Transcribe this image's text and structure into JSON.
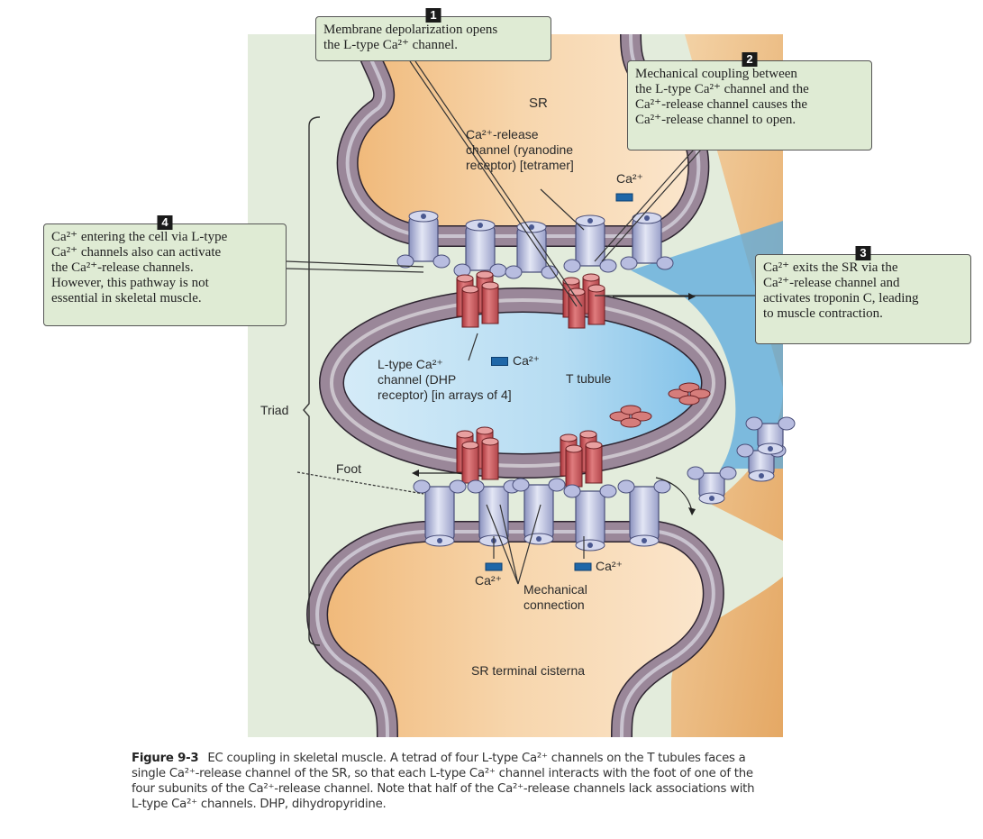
{
  "figure": {
    "region_labels": {
      "sr_top": "SR",
      "t_tubule": "T tubule",
      "sr_terminal_cisterna": "SR terminal cisterna",
      "triad": "Triad",
      "foot": "Foot"
    },
    "structure_labels": {
      "release_channel": [
        "Ca²⁺-release",
        "channel (ryanodine",
        "receptor) [tetramer]"
      ],
      "l_type_channel": [
        "L-type Ca²⁺",
        "channel (DHP",
        "receptor) [in arrays of 4]"
      ],
      "mechanical_connection": [
        "Mechanical",
        "connection"
      ]
    },
    "ion_labels": {
      "ca_top": "Ca²⁺",
      "ca_ttubule": "Ca²⁺",
      "ca_bottom_left": "Ca²⁺",
      "ca_bottom_right": "Ca²⁺"
    },
    "callouts": [
      {
        "number": "1",
        "lines": [
          "Membrane depolarization opens",
          "the L-type Ca²⁺ channel."
        ]
      },
      {
        "number": "2",
        "lines": [
          "Mechanical coupling between",
          "the L-type Ca²⁺ channel and the",
          "Ca²⁺-release channel causes the",
          "Ca²⁺-release channel to open."
        ]
      },
      {
        "number": "3",
        "lines": [
          "Ca²⁺ exits the SR via the",
          "Ca²⁺-release channel and",
          "activates troponin C, leading",
          "to muscle contraction."
        ]
      },
      {
        "number": "4",
        "lines": [
          "Ca²⁺ entering the cell via L-type",
          "Ca²⁺ channels also can activate",
          "the Ca²⁺-release channels.",
          "However, this pathway is not",
          "essential in skeletal muscle."
        ]
      }
    ],
    "colors": {
      "background_panel": "#e3ecdc",
      "sr_lumen": "#f3c795",
      "membrane": "#9a8799",
      "t_tubule_lumen": "#bfe0f3",
      "l_type_channel": "#c9545a",
      "release_channel": "#b9bedc",
      "ca_ion": "#1f67a8",
      "callout_fill": "#dfebd4"
    }
  },
  "caption": {
    "figure_label": "Figure 9-3",
    "lines": [
      "EC coupling in skeletal muscle. A tetrad of four L-type Ca²⁺ channels on the T tubules faces a",
      "single Ca²⁺-release channel of the SR, so that each L-type Ca²⁺ channel interacts with the foot of one of the",
      "four subunits of the Ca²⁺-release channel. Note that half of the Ca²⁺-release channels lack associations with",
      "L-type Ca²⁺ channels. DHP, dihydropyridine."
    ]
  }
}
